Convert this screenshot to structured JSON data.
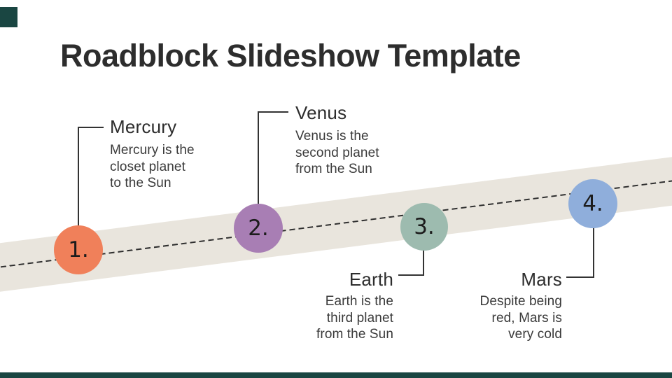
{
  "slide": {
    "title": "Roadblock Slideshow Template",
    "accent_color": "#1A4642",
    "road_color": "#E9E5DD",
    "dash_color": "#2e2e2e"
  },
  "milestones": [
    {
      "number": "1.",
      "name": "Mercury",
      "description": "Mercury is the\ncloset planet\nto the Sun",
      "color": "#F0805A"
    },
    {
      "number": "2.",
      "name": "Venus",
      "description": "Venus is the\nsecond planet\nfrom the Sun",
      "color": "#A87EB4"
    },
    {
      "number": "3.",
      "name": "Earth",
      "description": "Earth is the\nthird planet\nfrom the Sun",
      "color": "#9DBBAF"
    },
    {
      "number": "4.",
      "name": "Mars",
      "description": "Despite being\nred, Mars is\nvery cold",
      "color": "#8FAEDB"
    }
  ]
}
